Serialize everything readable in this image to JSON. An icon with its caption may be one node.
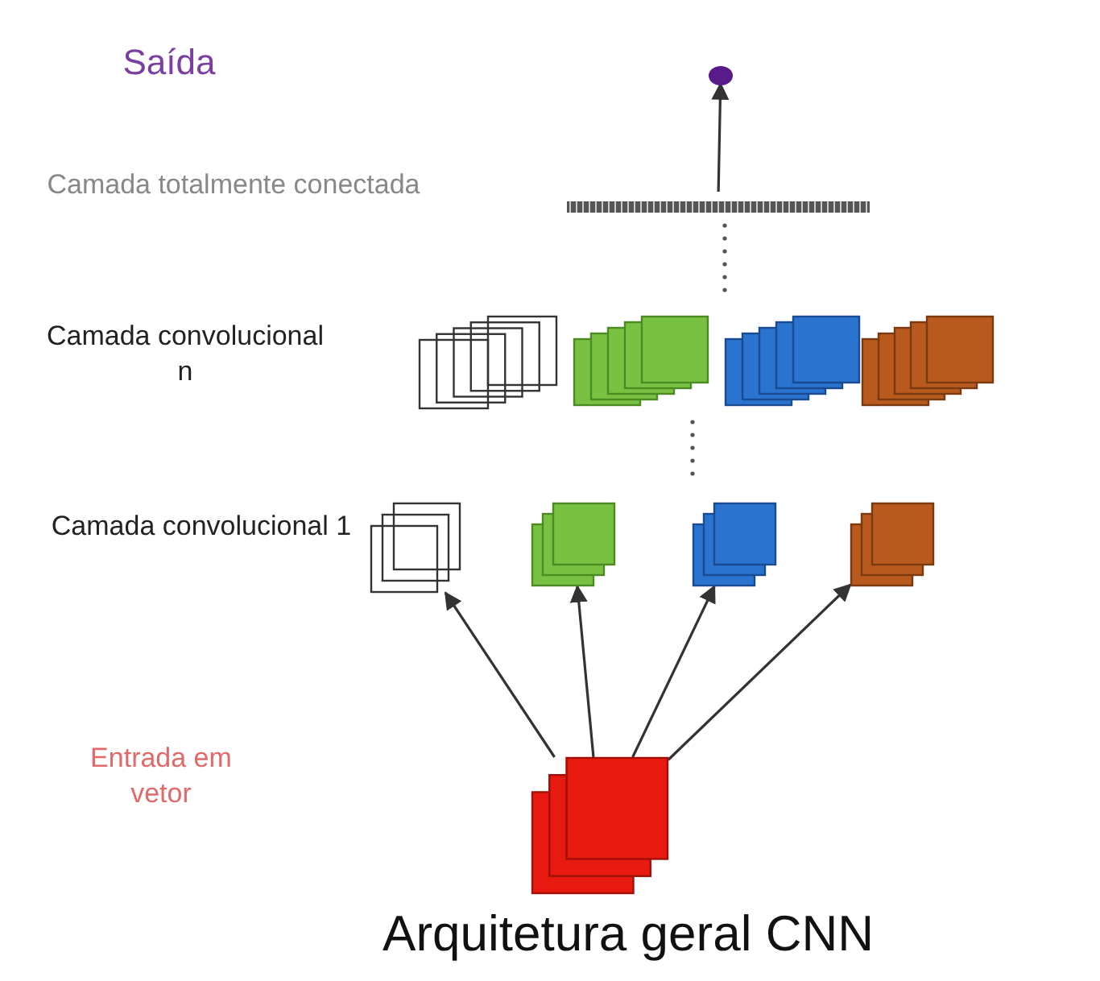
{
  "diagram": {
    "title": "Arquitetura geral CNN",
    "nodes": [
      {
        "text": [],
        "shape": "box"
      },
      {
        "text": [],
        "shape": "box"
      },
      {
        "text": [],
        "shape": "box"
      },
      {
        "text": [],
        "shape": "box"
      },
      {
        "text": [],
        "shape": "box"
      },
      {
        "text": [],
        "shape": "box"
      },
      {
        "text": [],
        "shape": "box"
      },
      {
        "text": [],
        "shape": "box"
      },
      {
        "text": [],
        "shape": "box"
      },
      {
        "text": [],
        "shape": "bar"
      },
      {
        "text": [],
        "shape": "circle"
      }
    ],
    "edges": [
      {
        "from": 0,
        "to": 1,
        "arrow": "to"
      },
      {
        "from": 0,
        "to": 2,
        "arrow": "to"
      },
      {
        "from": 0,
        "to": 3,
        "arrow": "to"
      },
      {
        "from": 0,
        "to": 4,
        "arrow": "to"
      },
      {
        "from": 9,
        "to": 10,
        "arrow": "to"
      }
    ],
    "labels": [
      "Saída",
      "Camada totalmente conectada",
      "Camada convolucional n",
      "Camada convolucional 1",
      "Entrada em vetor"
    ]
  }
}
